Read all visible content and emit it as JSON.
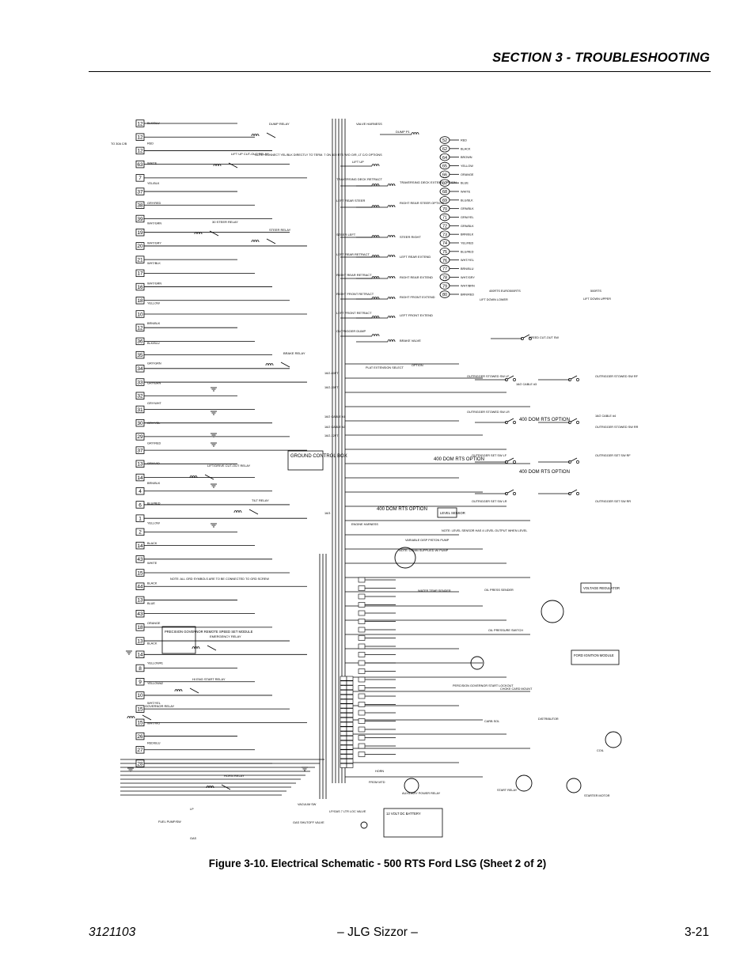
{
  "header": {
    "section_title": "SECTION 3 - TROUBLESHOOTING"
  },
  "figure": {
    "caption": "Figure 3-10.  Electrical Schematic - 500 RTS Ford LSG (Sheet 2 of 2)"
  },
  "footer": {
    "doc_number": "3121103",
    "center_text": "– JLG Sizzor –",
    "page_number": "3-21"
  },
  "schematic": {
    "left_terminals": [
      "12",
      "12",
      "12",
      "63",
      "7",
      "37",
      "38",
      "39",
      "19",
      "20",
      "21",
      "17",
      "16",
      "18",
      "10",
      "12",
      "36",
      "35",
      "34",
      "33",
      "32",
      "31",
      "30",
      "29",
      "37",
      "13",
      "14",
      "4",
      "6",
      "1",
      "2",
      "14",
      "43",
      "15",
      "44",
      "13",
      "43",
      "18",
      "13",
      "14",
      "8",
      "9",
      "10",
      "15",
      "15",
      "26",
      "27",
      "28"
    ],
    "left_wire_labels": [
      "BLK/BLU",
      "RED",
      "WHITE",
      "YEL/BLK",
      "GRY/RED",
      "WHT/GRN",
      "WHT/GRY",
      "WHT/BLK",
      "WHT/GRN",
      "YELLOW",
      "BRN/BLK",
      "BLK/BLU",
      "GRY/GRN",
      "GRY/BRN",
      "GRY/WHT",
      "GRY/YEL",
      "GRY/RED",
      "GRY/VIO",
      "BRN/BLK",
      "BLU/RED",
      "YELLOW",
      "BLACK",
      "WHITE",
      "BLACK",
      "BLUE",
      "ORANGE",
      "BLACK",
      "YELLOW#1",
      "YELLOW#2",
      "WHT/YEL",
      "WHT/VIO",
      "RED/BLU"
    ],
    "right_terminals": [
      "52",
      "62",
      "64",
      "65",
      "66",
      "67",
      "68",
      "69",
      "70",
      "71",
      "72",
      "73",
      "74",
      "75",
      "76",
      "77",
      "78",
      "79",
      "80"
    ],
    "right_wire_labels": [
      "RED",
      "BLACK",
      "BROWN",
      "YELLOW",
      "ORANGE",
      "BLUE",
      "WHITE",
      "BLU/BLK",
      "GRN/BLK",
      "GRN/YEL",
      "GRN/BLK",
      "BRN/BLK",
      "YEL/RED",
      "BLU/RED",
      "WHT/YEL",
      "BRN/BLU",
      "WHT/GRY",
      "WHT/BRN",
      "BRN/RED"
    ],
    "relay_labels": [
      "DUMP RELAY",
      "LIFT UP CUT-OUT RELAY",
      "30 STEER RELAY",
      "STEER RELAY",
      "BRAKE RELAY",
      "LIFT/DRIVE CUT-OUT RELAY",
      "TILT RELAY",
      "EMERGENCY RELAY",
      "HI ENG START RELAY",
      "GOVERNOR RELAY",
      "HORN RELAY"
    ],
    "valve_labels": [
      "VALVE HARNESS",
      "DUMP P1",
      "LIFT UP",
      "TRAVERSING DECK RETRACT",
      "TRAVERSING DECK EXTEND OPTION",
      "LEFT REAR STEER",
      "RIGHT REAR STEER OPTION",
      "STEER LEFT",
      "STEER RIGHT",
      "LEFT REAR RETRACT",
      "LEFT REAR EXTEND",
      "RIGHT REAR RETRACT",
      "RIGHT REAR EXTEND",
      "RIGHT FRONT RETRACT",
      "RIGHT FRONT EXTEND",
      "LEFT FRONT RETRACT",
      "LEFT FRONT EXTEND",
      "OUTRIGGER DUMP",
      "BRAKE VALVE"
    ],
    "box_labels": [
      "GROUND CONTROL BOX",
      "400 DOM RTS OPTION",
      "400 DOM RTS OPTION",
      "400 DOM RTS OPTION",
      "400 DOM RTS OPTION",
      "PRECISION GOVERNOR REMOTE SPEED SET MODULE",
      "VOLTAGE REGULATOR",
      "FORD IGNITION MODULE",
      "12 VOLT DC BATTERY",
      "LEVEL SENSOR"
    ],
    "misc_labels": [
      "TO 30A C/B",
      "NOTE: CONNECT YEL/BLK DIRECTLY TO TERM. 7 ON 400 RTS W/O O/R, LT C/O OPTIONS",
      "PLAT EXTENSION SELECT",
      "OPTION",
      "16/2-60FT",
      "16/2-30FT",
      "16/2 CABLE #1",
      "16/2 CABLE #2",
      "16/2-12FT",
      "16/3",
      "ENGINE HARNESS",
      "NOTE: LEVEL SENSOR HAS 4 LEVEL OUTPUT WHEN LEVEL",
      "NOTE: ALL GRD SYMBOLS ARE TO BE CONNECTED TO GRD SCREW",
      "VARIABLE DISP PISTON PUMP",
      "NOTE: COMM SUPPLIED W/ PUMP",
      "WATER TEMP SENDER",
      "OIL PRESS SENDER",
      "OIL PRESSURE SWITCH",
      "PERCISION GOVERNOR START LOCKOUT",
      "CHOKE CARD MOUNT",
      "CARB SOL",
      "DISTRIBUTOR",
      "COIL",
      "HORN",
      "FROM MTD",
      "AUXILIARY POWER RELAY",
      "START RELAY",
      "STARTER MOTOR",
      "VACUUM SW",
      "LP/GAS 7 LTR LOC VALVE",
      "GAS SHUTOFF VALVE",
      "SPEED CUT-OUT SW",
      "400RTS EURO500RTS",
      "500RTS",
      "LIFT DOWN LOWER",
      "LIFT DOWN UPPER",
      "OUTRIGGER STOWED SW LF",
      "OUTRIGGER STOWED SW LR",
      "OUTRIGGER SET SW LF",
      "OUTRIGGER SET SW LR",
      "OUTRIGGER STOWED SW RF",
      "OUTRIGGER STOWED SW RR",
      "OUTRIGGER SET SW RF",
      "OUTRIGGER SET SW RR",
      "16/2 CABLE #3",
      "16/2 CABLE #4",
      "FUEL PUMP/SW",
      "LP",
      "GAS"
    ]
  }
}
